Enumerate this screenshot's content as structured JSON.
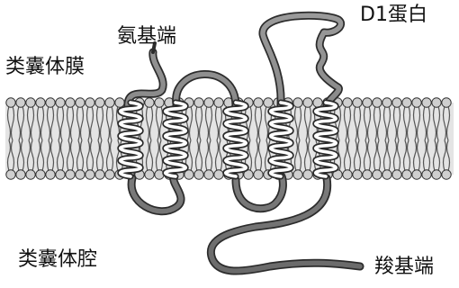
{
  "labels": {
    "n_terminus": "氨基端",
    "protein": "D1蛋白",
    "membrane": "类囊体膜",
    "lumen": "类囊体腔",
    "c_terminus": "羧基端"
  }
}
